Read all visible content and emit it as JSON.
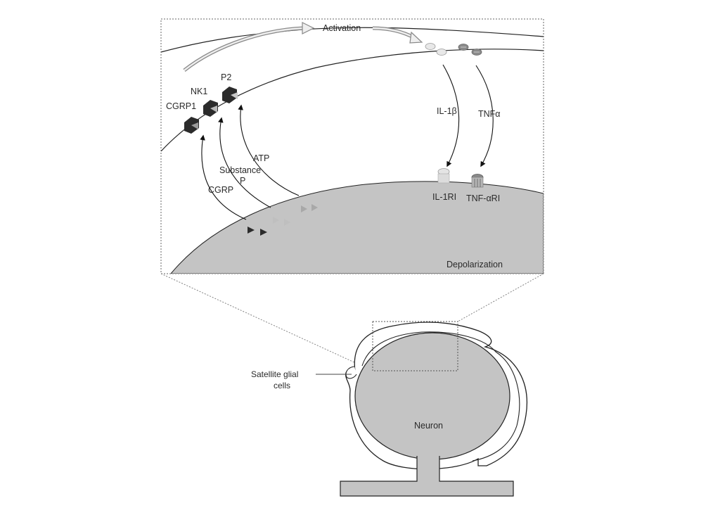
{
  "figure": {
    "labels": {
      "activation": "Activation",
      "p2": "P2",
      "nk1": "NK1",
      "cgrp1": "CGRP1",
      "atp": "ATP",
      "substance": "Substance",
      "p": "P",
      "cgrp": "CGRP",
      "il1b": "IL-1β",
      "tnfa": "TNFα",
      "il1ri": "IL-1RI",
      "tnfari": "TNF-αRI",
      "depolarization": "Depolarization",
      "satellite_line1": "Satellite glial",
      "satellite_line2": "cells",
      "neuron": "Neuron"
    },
    "colors": {
      "neuron_fill": "#c4c4c4",
      "receptor_dark": "#2b2b2b",
      "cytokine_light": "#e4e4e4",
      "cytokine_dark": "#8a8a8a",
      "outline": "#1a1a1a"
    }
  }
}
